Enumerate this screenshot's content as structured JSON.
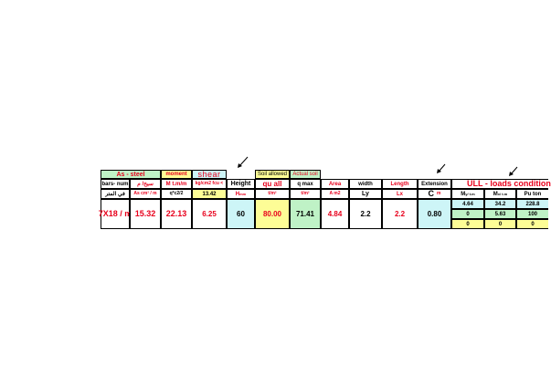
{
  "headers": {
    "as_steel": "As - steel",
    "moment": "moment",
    "shear": "shear",
    "height": "Height",
    "soil_allowed": "Soil allowed",
    "actual_soil": "Actual soil",
    "area": "Area",
    "width": "width",
    "length": "Length",
    "extension": "Extension",
    "ull_title": "ULL -   loads condition"
  },
  "subheaders": {
    "bars_num": "bars- num",
    "steel_per_m_ar": "سيخ/ م",
    "m_tm": "M t.m/m",
    "shear_limit": "kg/cm2 fcu  <",
    "h_sym": "H",
    "h_sub": "mm",
    "qu_all": "qu all",
    "q_max": "q max",
    "a_m2": "A  m2",
    "ly": "Ly",
    "lx": "Lx",
    "c_m": "C",
    "c_unit": "m",
    "m_sym_1": "M",
    "m_sub_1": "y/  t.m",
    "m_sym_2": "M",
    "m_sub_2": "x/  t.m",
    "pu_ton": "Pu  ton"
  },
  "units_row": {
    "per_m_ar": "في المتر",
    "as_unit": "As  cm² / m",
    "q_expr": "q*c2/2",
    "shear_value": "13.42",
    "t_m2_a": "t/m²",
    "t_m2_b": "t/m²"
  },
  "values": {
    "bars": "7X18 / m",
    "as": "15.32",
    "moment": "22.13",
    "shear": "6.25",
    "height": "60",
    "qu_all": "80.00",
    "q_max": "71.41",
    "area": "4.84",
    "width": "2.2",
    "length": "2.2",
    "extension": "0.80"
  },
  "loads": [
    [
      "4.64",
      "34.2",
      "228.8"
    ],
    [
      "0",
      "5.63",
      "100"
    ],
    [
      "0",
      "0",
      "0"
    ]
  ],
  "colors": {
    "green": "#bff2c6",
    "yellow": "#fdfd96",
    "cyan": "#cdf5f7",
    "red_text": "#e8001c"
  }
}
